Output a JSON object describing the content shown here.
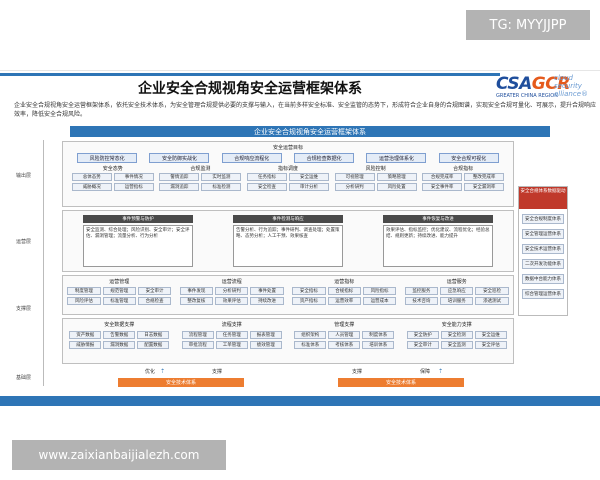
{
  "overlay_tag": "TG: MYYJJPP",
  "watermark": "www.zaixianbaijialezh.com",
  "title": "企业安全合规视角安全运营框架体系",
  "logo": {
    "main_a": "CSA",
    "main_b": "GCR",
    "side": [
      "cloud",
      "security",
      "alliance®"
    ],
    "sub": "GREATER CHINA REGION"
  },
  "intro": "企业安全合规视角安全运营框架体系，依托安全技术体系，为安全管理合规提供必要的支撑与输入，在当前多样安全标准、安全监管的态势下，形成符合企业自身的合规图谱，实现安全合规可量化、可展示，提升合规响应效率，降低安全合规风险。",
  "bar_title": "企业安全合规视角安全运营框架体系",
  "layers": [
    "输出层",
    "运营层",
    "支撑层",
    "基础层"
  ],
  "goal_title": "安全运营目标",
  "goals": [
    "风险防控常态化",
    "安全防御实战化",
    "合规响应流程化",
    "合规检查数据化",
    "运营治理体系化",
    "安全合规可视化"
  ],
  "metrics": {
    "groups": [
      {
        "title": "安全态势",
        "items": [
          "总体态势",
          "事件情况",
          "威胁概况",
          "运营指标"
        ]
      },
      {
        "title": "合规监测",
        "items": [
          "警情追踪",
          "实时监测",
          "漏洞追踪",
          "标准检测"
        ]
      },
      {
        "title": "指标调度",
        "items": [
          "任务指标",
          "安全运维",
          "安全检查",
          "审计分析"
        ]
      },
      {
        "title": "风险控制",
        "items": [
          "可视管理",
          "策略管理",
          "分析研判",
          "风险处置"
        ]
      },
      {
        "title": "合规指标",
        "items": [
          "合规完成率",
          "整改完成率",
          "安全事件率",
          "安全漏洞率"
        ]
      }
    ]
  },
  "ops_boxes": [
    {
      "title": "事件预警与防护",
      "text": "安全监测、综合处理；风险识别、安全审计；安全评估、漏洞管理；流量分析、行为分析"
    },
    {
      "title": "事件检测与响应",
      "text": "告警分析、行为追踪；事件研判、调查处理；处置策略、态势分析；人工干预、效果核查"
    },
    {
      "title": "事件恢复与改进",
      "text": "效果评估、指标监控；优化建议、流程优化；经验总结、规则更新；持续改进、能力提升"
    }
  ],
  "ops_mgmt": {
    "title": "运营管理",
    "items": [
      "制度管理",
      "规范管理",
      "安全审计",
      "风险评估",
      "标准管理",
      "合规检查"
    ]
  },
  "ops_flow": {
    "title": "运营流程",
    "items": [
      "事件发现",
      "分析研判",
      "事件处置",
      "整改复核",
      "效果评估",
      "持续改进"
    ]
  },
  "ops_index": {
    "title": "运营指标",
    "items": [
      "安全指标",
      "合规指标",
      "风险指标",
      "资产指标",
      "运营效率",
      "运营成本"
    ]
  },
  "ops_service": {
    "title": "运营服务",
    "items": [
      "监控服务",
      "应急响应",
      "安全巡检",
      "技术咨询",
      "培训服务",
      "渗透测试"
    ]
  },
  "foundation": {
    "groups": [
      {
        "title": "安全数据支撑",
        "items": [
          "资产数据",
          "告警数据",
          "日志数据",
          "威胁情报",
          "漏洞数据",
          "配置数据"
        ]
      },
      {
        "title": "流程支撑",
        "items": [
          "流程管理",
          "任务管理",
          "报表管理",
          "审批流程",
          "工单管理",
          "绩效管理"
        ]
      },
      {
        "title": "管理支撑",
        "items": [
          "组织架构",
          "人员管理",
          "制度体系",
          "标准体系",
          "考核体系",
          "培训体系"
        ]
      },
      {
        "title": "安全能力支撑",
        "items": [
          "安全防护",
          "安全检测",
          "安全运维",
          "安全审计",
          "安全监测",
          "安全评估"
        ]
      }
    ]
  },
  "side_panel": {
    "title": "安全合规体系数据驱动",
    "items": [
      "安全合规制度体系",
      "安全管理运营体系",
      "安全技术运营体系",
      "二次开发功能体系",
      "数据中台能力体系",
      "综合管理运营体系"
    ]
  },
  "arrows": [
    "优化",
    "支撑",
    "支撑",
    "保障"
  ],
  "base_label": "安全技术体系"
}
